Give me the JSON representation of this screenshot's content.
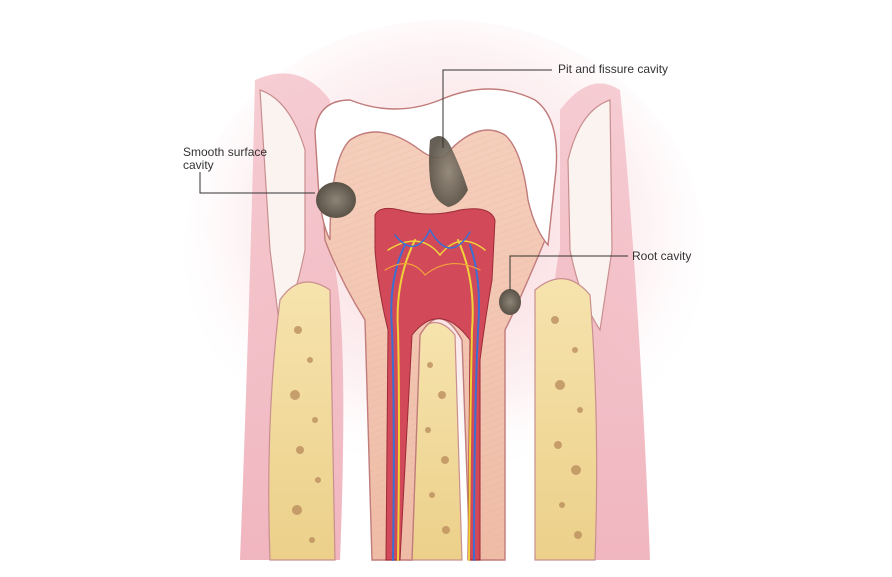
{
  "labels": {
    "pit_fissure": "Pit and fissure cavity",
    "smooth_surface": "Smooth surface\ncavity",
    "root": "Root cavity"
  },
  "colors": {
    "gum": "#f2b7c0",
    "bone": "#f3dca0",
    "enamel": "#ffffff",
    "dentin": "#f3c7b2",
    "pulp": "#cc3344",
    "artery": "#e03a3a",
    "vein": "#3b6fd1",
    "nerve": "#f0d23a",
    "decay": "#6f675c",
    "leader_line": "#333333"
  }
}
